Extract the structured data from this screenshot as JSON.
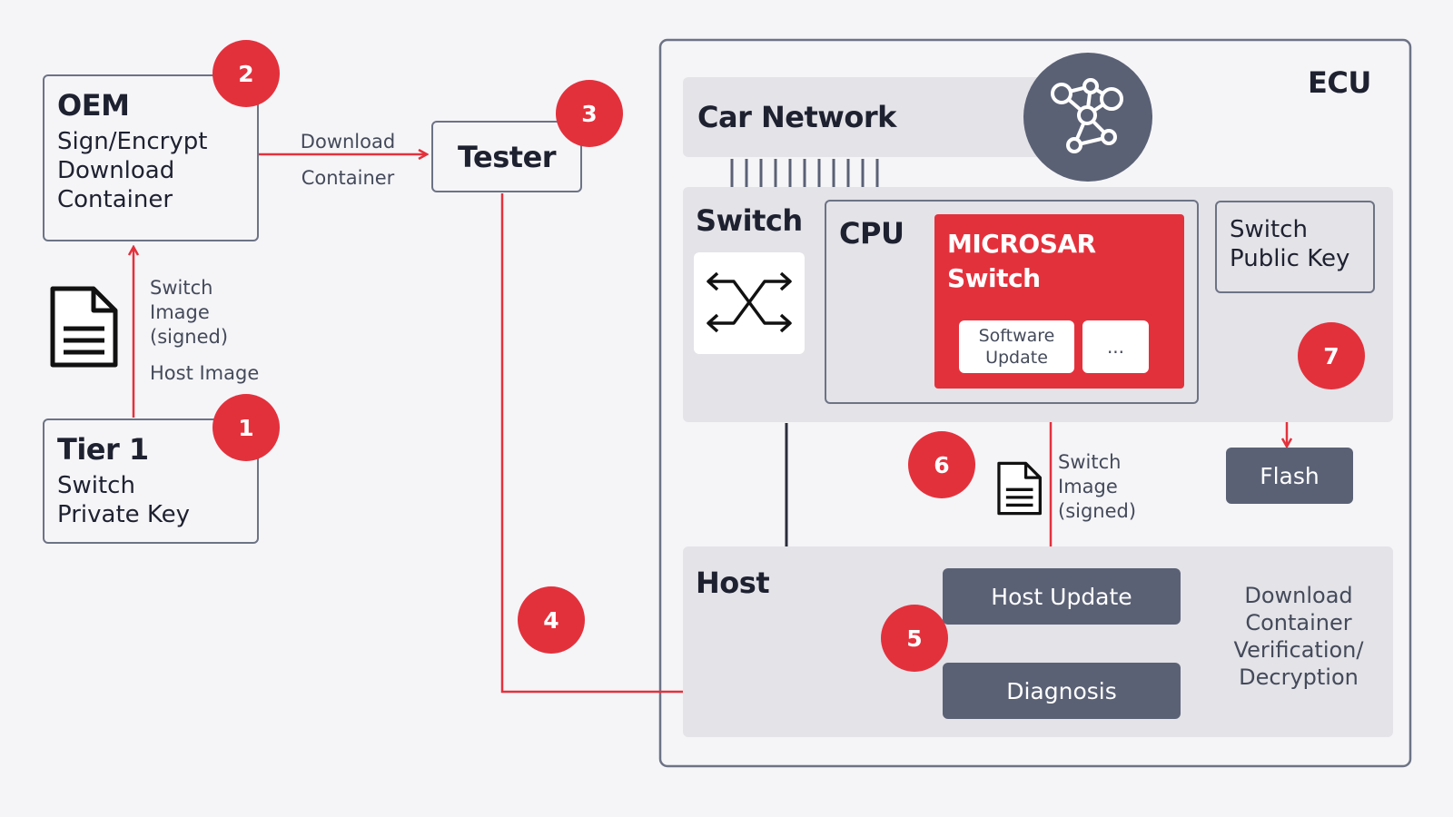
{
  "oem": {
    "title": "OEM",
    "lines": [
      "Sign/Encrypt",
      "Download",
      "Container"
    ]
  },
  "tier1": {
    "title": "Tier 1",
    "lines": [
      "Switch",
      "Private Key"
    ]
  },
  "tester": {
    "title": "Tester"
  },
  "download_label": [
    "Download",
    "Container"
  ],
  "image_labels": [
    "Switch",
    "Image",
    "(signed)",
    "Host Image"
  ],
  "ecu": {
    "title": "ECU",
    "car_network": "Car Network",
    "switch_title": "Switch",
    "cpu_title": "CPU",
    "microsar": [
      "MICROSAR",
      "Switch"
    ],
    "software_update": [
      "Software",
      "Update"
    ],
    "more": "...",
    "public_key": [
      "Switch",
      "Public Key"
    ],
    "flash": "Flash",
    "host_title": "Host",
    "host_update": "Host Update",
    "diagnosis": "Diagnosis",
    "verification": [
      "Download",
      "Container",
      "Verification/",
      "Decryption"
    ],
    "signed_label": [
      "Switch",
      "Image",
      "(signed)"
    ]
  },
  "steps": [
    "1",
    "2",
    "3",
    "4",
    "5",
    "6",
    "7"
  ],
  "colors": {
    "accent": "#e3313c",
    "dark_box": "#5b6175",
    "panel": "#e3e3e8",
    "border": "#6d7385"
  },
  "icons": [
    "document-icon",
    "network-icon",
    "switch-arrows-icon"
  ]
}
